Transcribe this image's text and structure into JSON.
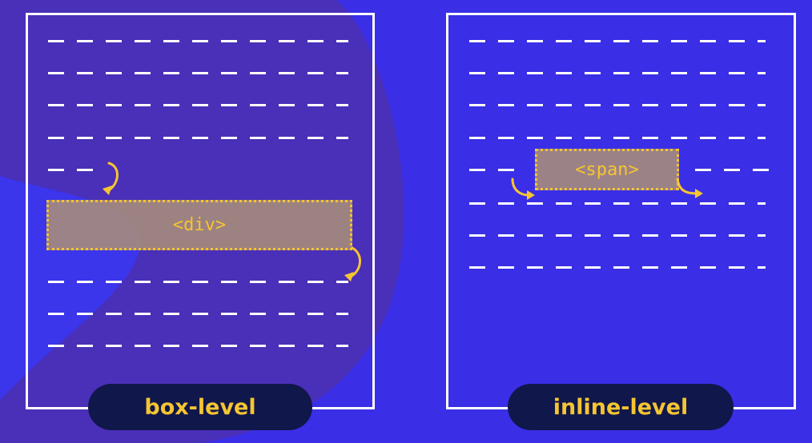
{
  "colors": {
    "background": "#3a2ee6",
    "left_panel_tint": "#4a2fb8",
    "accent": "#f5c531",
    "element_fill": "#a88e7a",
    "pill_bg": "#10174a",
    "line": "#ffffff"
  },
  "box_level": {
    "element_tag": "<div>",
    "label": "box-level"
  },
  "inline_level": {
    "element_tag": "<span>",
    "label": "inline-level"
  },
  "icons": [
    "curved-arrow-icon"
  ]
}
